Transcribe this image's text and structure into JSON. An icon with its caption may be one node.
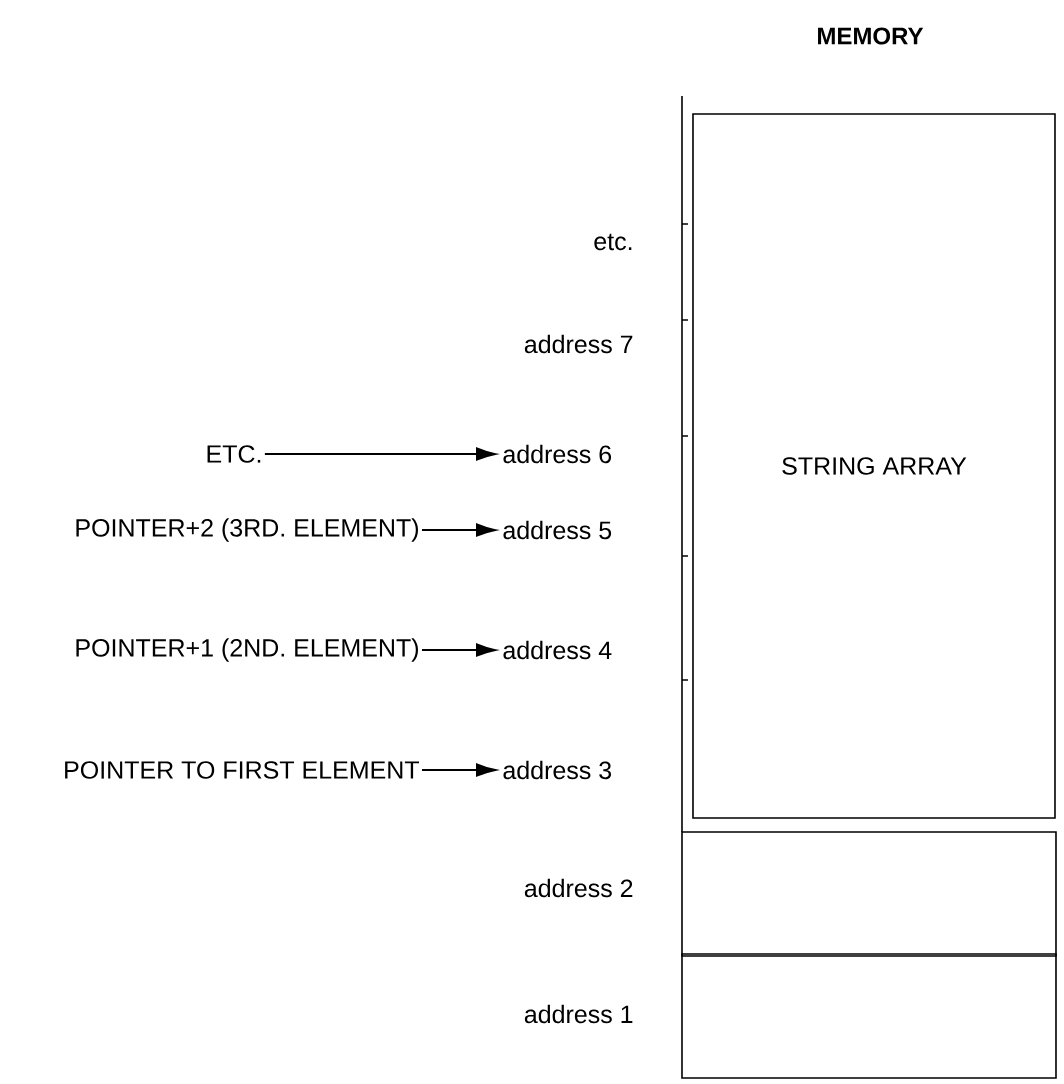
{
  "diagram": {
    "title": "MEMORY",
    "nodes": [
      {
        "text": [
          "ETC."
        ]
      },
      {
        "text": [
          "address 6"
        ]
      },
      {
        "text": [
          "POINTER+2 (3RD. ELEMENT)"
        ]
      },
      {
        "text": [
          "address 5"
        ]
      },
      {
        "text": [
          "POINTER+1 (2ND. ELEMENT)"
        ]
      },
      {
        "text": [
          "address 4"
        ]
      },
      {
        "text": [
          "POINTER TO FIRST ELEMENT"
        ]
      },
      {
        "text": [
          "address 3"
        ]
      },
      {
        "text": [
          "STRING ARRAY"
        ]
      },
      {
        "text": [],
        "shape": "box"
      },
      {
        "text": [],
        "shape": "box"
      }
    ],
    "edges": [
      {
        "from": 0,
        "to": 1,
        "arrow": "to"
      },
      {
        "from": 2,
        "to": 3,
        "arrow": "to"
      },
      {
        "from": 4,
        "to": 5,
        "arrow": "to"
      },
      {
        "from": 6,
        "to": 7,
        "arrow": "to"
      }
    ],
    "labels": [
      "etc.",
      "address 7",
      "address 2",
      "address 1"
    ]
  }
}
